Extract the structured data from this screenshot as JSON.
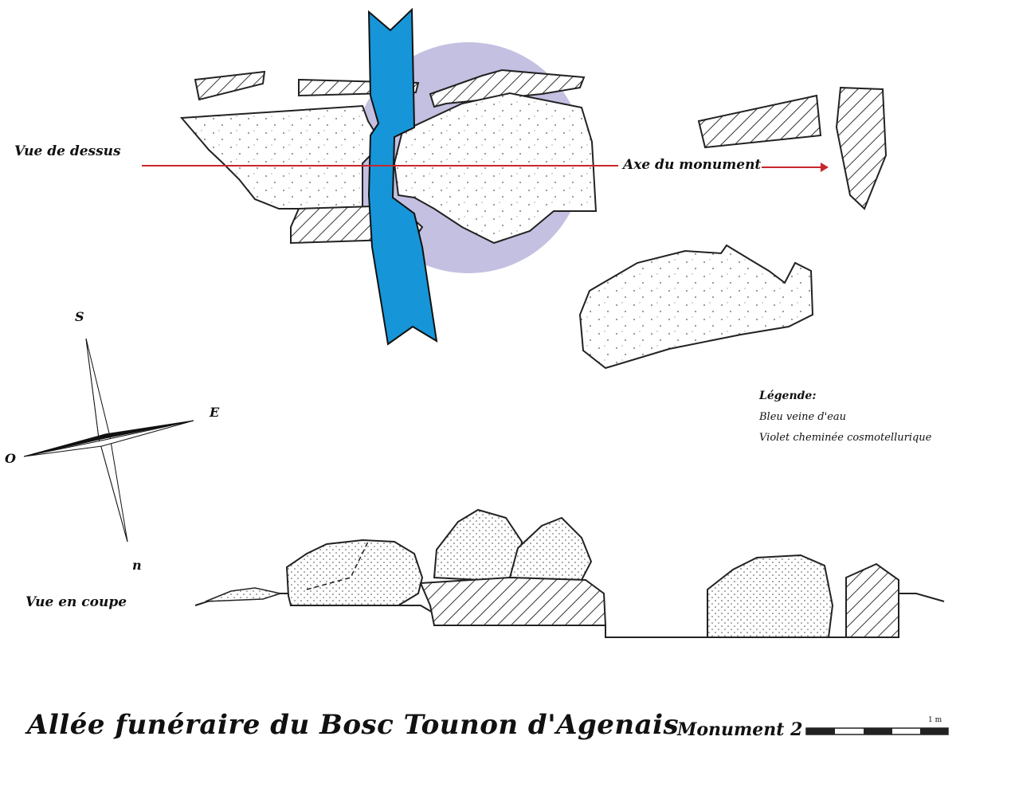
{
  "labels": {
    "top_view": "Vue de dessus",
    "axis": "Axe du monument",
    "section_view": "Vue en coupe"
  },
  "compass": {
    "south": "S",
    "east": "E",
    "west": "O",
    "north": "n"
  },
  "legend": {
    "title": "Légende:",
    "items": [
      "Bleu veine d'eau",
      "Violet cheminée cosmotellurique"
    ]
  },
  "title": "Allée funéraire du Bosc Tounon d'Agenais",
  "monument": "Monument 2",
  "scale_label": "1 m",
  "colors": {
    "water_vein": "#1696d8",
    "chimney": "#c4c0e2",
    "axis_line": "#c8272d",
    "ink": "#222222"
  }
}
